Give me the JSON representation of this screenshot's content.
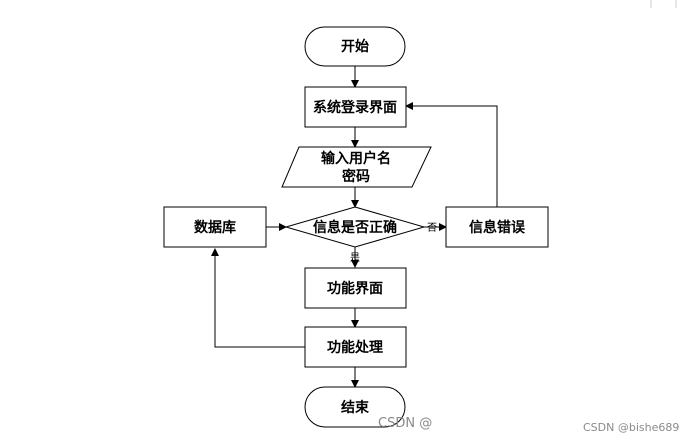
{
  "diagram": {
    "nodes": {
      "start": "开始",
      "login": "系统登录界面",
      "input_line1": "输入用户名",
      "input_line2": "密码",
      "check": "信息是否正确",
      "database": "数据库",
      "error": "信息错误",
      "function_ui": "功能界面",
      "function_process": "功能处理",
      "end": "结束"
    },
    "edge_labels": {
      "no": "否",
      "yes": "是"
    }
  },
  "watermark": {
    "center": "CSDN @",
    "right": "CSDN @bishe689"
  }
}
